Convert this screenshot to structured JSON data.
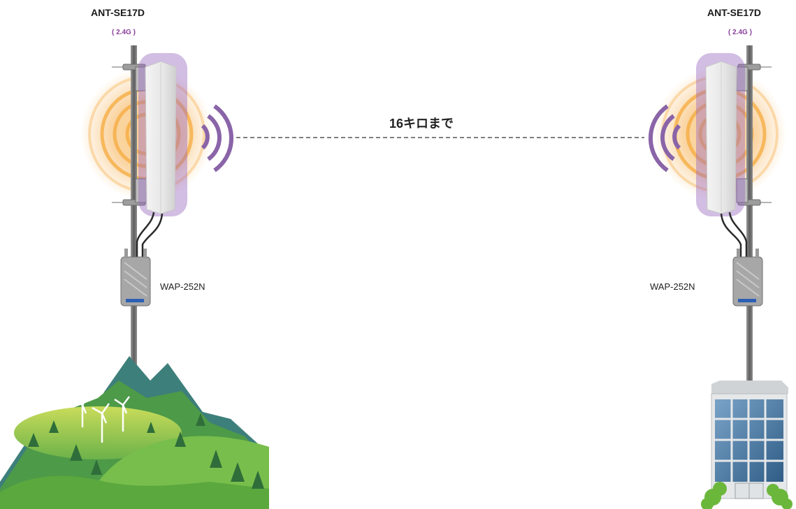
{
  "left_site": {
    "antenna_label": "ANT-SE17D",
    "band_label": "( 2.4G )",
    "device_label": "WAP-252N",
    "scene": "mountain-hills"
  },
  "right_site": {
    "antenna_label": "ANT-SE17D",
    "band_label": "( 2.4G )",
    "device_label": "WAP-252N",
    "scene": "office-building"
  },
  "link": {
    "distance_label": "16キロまで",
    "style": "dashed"
  },
  "colors": {
    "band": "#8a3d9a",
    "wave_purple": "#8a64a8",
    "glow": "#f7b45a",
    "pole": "#6e6e6e",
    "hill_green": "#6cb24a",
    "mountain_teal": "#3d7f7b",
    "glass_blue": "#3c6f9c"
  }
}
